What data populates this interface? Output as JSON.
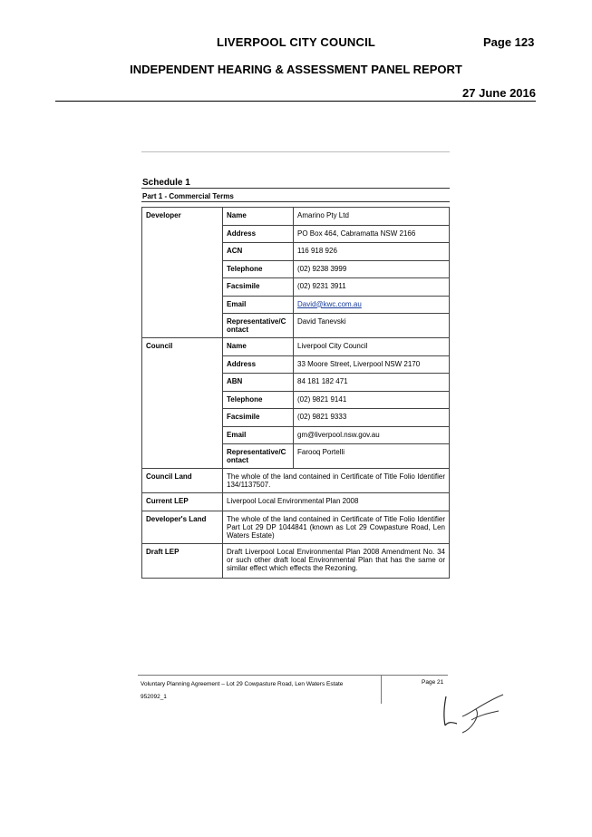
{
  "header": {
    "council": "LIVERPOOL CITY COUNCIL",
    "page": "Page 123",
    "panel": "INDEPENDENT HEARING & ASSESSMENT PANEL REPORT",
    "date": "27 June 2016"
  },
  "schedule": {
    "title": "Schedule 1",
    "part": "Part 1 - Commercial Terms"
  },
  "developer": {
    "label": "Developer",
    "name_label": "Name",
    "name": "Amarino Pty Ltd",
    "address_label": "Address",
    "address": "PO Box 464, Cabramatta  NSW 2166",
    "acn_label": "ACN",
    "acn": "116 918 926",
    "telephone_label": "Telephone",
    "telephone": "(02) 9238 3999",
    "facsimile_label": "Facsimile",
    "facsimile": "(02) 9231 3911",
    "email_label": "Email",
    "email": "David@kwc.com.au",
    "rep_label": "Representative/C ontact",
    "rep": "David Tanevski"
  },
  "council": {
    "label": "Council",
    "name_label": "Name",
    "name": "Liverpool City Council",
    "address_label": "Address",
    "address": "33 Moore Street, Liverpool NSW 2170",
    "abn_label": "ABN",
    "abn": "84 181 182 471",
    "telephone_label": "Telephone",
    "telephone": "(02) 9821 9141",
    "facsimile_label": "Facsimile",
    "facsimile": "(02) 9821 9333",
    "email_label": "Email",
    "email": "gm@liverpool.nsw.gov.au",
    "rep_label": "Representative/C ontact",
    "rep": "Farooq Portelli"
  },
  "rows": {
    "council_land_label": "Council Land",
    "council_land": "The whole of the land contained in Certificate of Title Folio Identifier 134/1137507.",
    "current_lep_label": "Current LEP",
    "current_lep": "Liverpool Local Environmental Plan 2008",
    "developers_land_label": "Developer's Land",
    "developers_land": "The whole of the land contained in Certificate of Title Folio Identifier Part Lot 29 DP 1044841 (known as Lot 29 Cowpasture Road, Len Waters Estate)",
    "draft_lep_label": "Draft LEP",
    "draft_lep": "Draft Liverpool Local Environmental Plan 2008 Amendment No. 34 or such other draft local Environmental Plan that has the same or similar effect which effects the Rezoning."
  },
  "footer": {
    "agreement": "Voluntary Planning Agreement – Lot 29 Cowpasture Road, Len Waters Estate",
    "reference": "952092_1",
    "page": "Page 21"
  }
}
